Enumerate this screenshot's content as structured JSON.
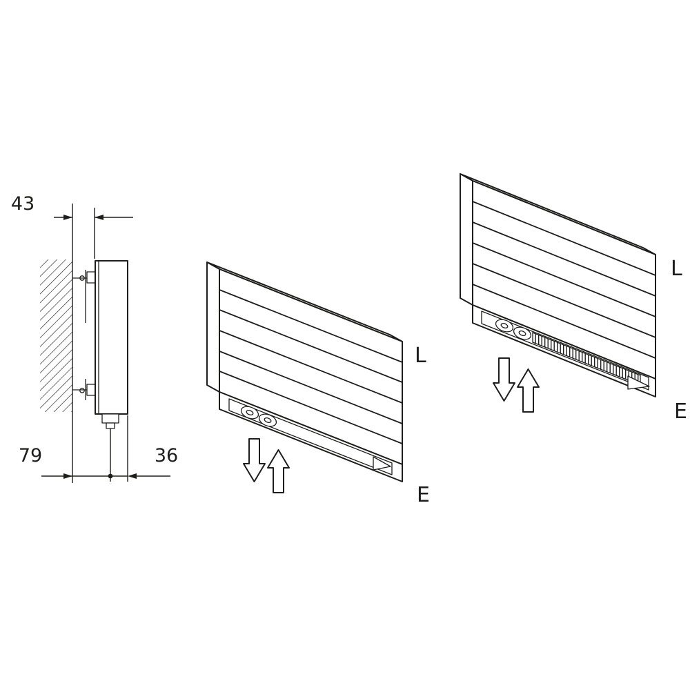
{
  "colors": {
    "background": "#ffffff",
    "line": "#1d1d1b"
  },
  "side_view": {
    "dim_wall_to_back": "43",
    "dim_wall_to_pipe": "79",
    "dim_pipe_to_front": "36"
  },
  "radiator_front_view": {
    "label_l": "L",
    "label_e": "E"
  },
  "radiator_grille_view": {
    "label_l": "L",
    "label_e": "E"
  },
  "icons": {
    "airflow_down_arrow": "hollow-block-arrow-down",
    "airflow_up_arrow": "hollow-block-arrow-up",
    "pipe_connection": "concentric-ellipses",
    "wall_section": "diagonal-hatch",
    "air_grille": "dense-vertical-hatch"
  }
}
